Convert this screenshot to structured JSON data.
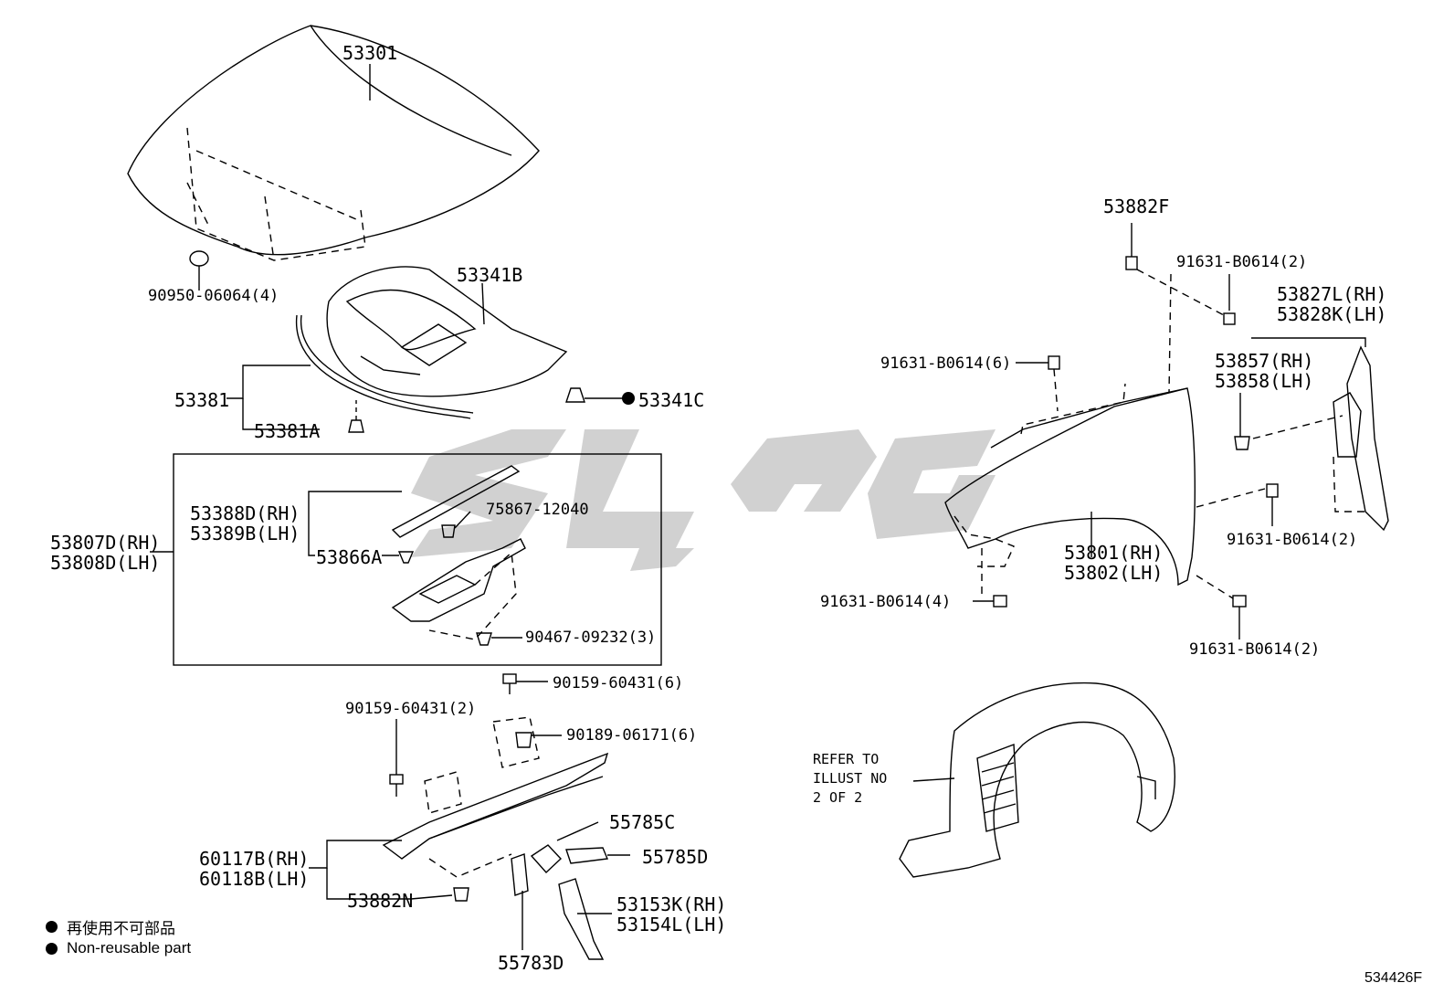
{
  "diagram": {
    "image_code": "534426F",
    "watermark_text": "SLGG",
    "legend": {
      "line1": "再使用不可部品",
      "line2": "Non-reusable part"
    },
    "refer_note": {
      "line1": "REFER TO",
      "line2": "ILLUST NO",
      "line3": "2 OF 2"
    },
    "hood_group": {
      "hood": "53301",
      "hood_clip": "90950-06064(4)",
      "insulator": "53341B",
      "insulator_clip": "53341C",
      "hood_seal": "53381",
      "hood_seal_clip": "53381A"
    },
    "seal_box": {
      "box_label_rh": "53807D(RH)",
      "box_label_lh": "53808D(LH)",
      "seal_rh": "53388D(RH)",
      "seal_lh": "53389B(LH)",
      "seal_clip": "53866A",
      "clip_a": "75867-12040",
      "clip_b": "90467-09232(3)"
    },
    "lower_group": {
      "bolt_top": "90159-60431(6)",
      "bolt_left": "90159-60431(2)",
      "nut": "90189-06171(6)",
      "cowl_rh": "60117B(RH)",
      "cowl_lh": "60118B(LH)",
      "cowl_clip": "53882N",
      "pad_c": "55785C",
      "pad_d": "55785D",
      "seal_d": "55783D",
      "spacer_rh": "53153K(RH)",
      "spacer_lh": "53154L(LH)"
    },
    "fender_group": {
      "fender_nut": "53882F",
      "bolt_2_top": "91631-B0614(2)",
      "bolt_6": "91631-B0614(6)",
      "bracket_rh": "53827L(RH)",
      "bracket_lh": "53828K(LH)",
      "bracket2_rh": "53857(RH)",
      "bracket2_lh": "53858(LH)",
      "fender_rh": "53801(RH)",
      "fender_lh": "53802(LH)",
      "bolt_2_right": "91631-B0614(2)",
      "bolt_4": "91631-B0614(4)",
      "bolt_2_bottom": "91631-B0614(2)"
    }
  }
}
